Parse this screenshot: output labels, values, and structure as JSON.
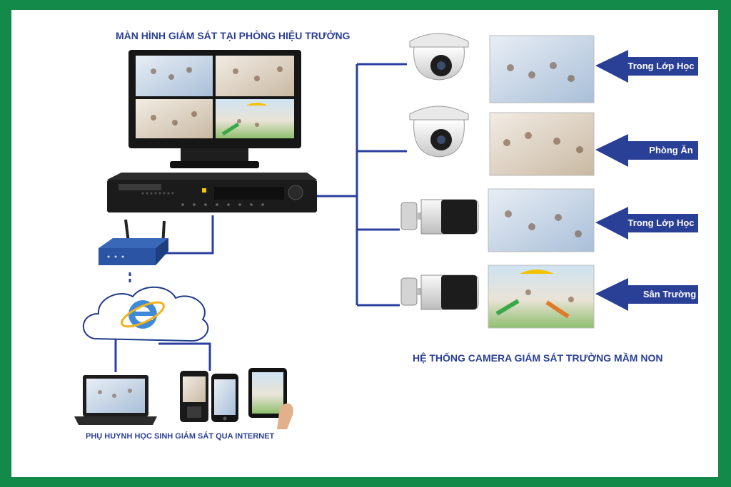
{
  "titles": {
    "monitor_room": "MÀN HÌNH GIÁM SÁT TẠI PHÒNG HIỆU TRƯỞNG",
    "system": "HỆ THỐNG CAMERA GIÁM SÁT TRƯỜNG MẦM NON",
    "parents": "PHỤ HUYNH HỌC SINH GIÁM SÁT QUA INTERNET"
  },
  "cameras": [
    {
      "type": "dome",
      "label": "Trong Lớp Học"
    },
    {
      "type": "dome",
      "label": "Phòng Ăn"
    },
    {
      "type": "bullet",
      "label": "Trong Lớp Học"
    },
    {
      "type": "bullet",
      "label": "Sân Trường"
    }
  ],
  "colors": {
    "frame": "#148a4a",
    "line": "#2a3fa0",
    "arrow": "#2a3f96",
    "title": "#2a3f96"
  },
  "icons": [
    "monitor-icon",
    "dvr-icon",
    "router-icon",
    "internet-cloud-icon",
    "laptop-icon",
    "phone-icon",
    "tablet-icon",
    "dome-camera-icon",
    "bullet-camera-icon"
  ]
}
